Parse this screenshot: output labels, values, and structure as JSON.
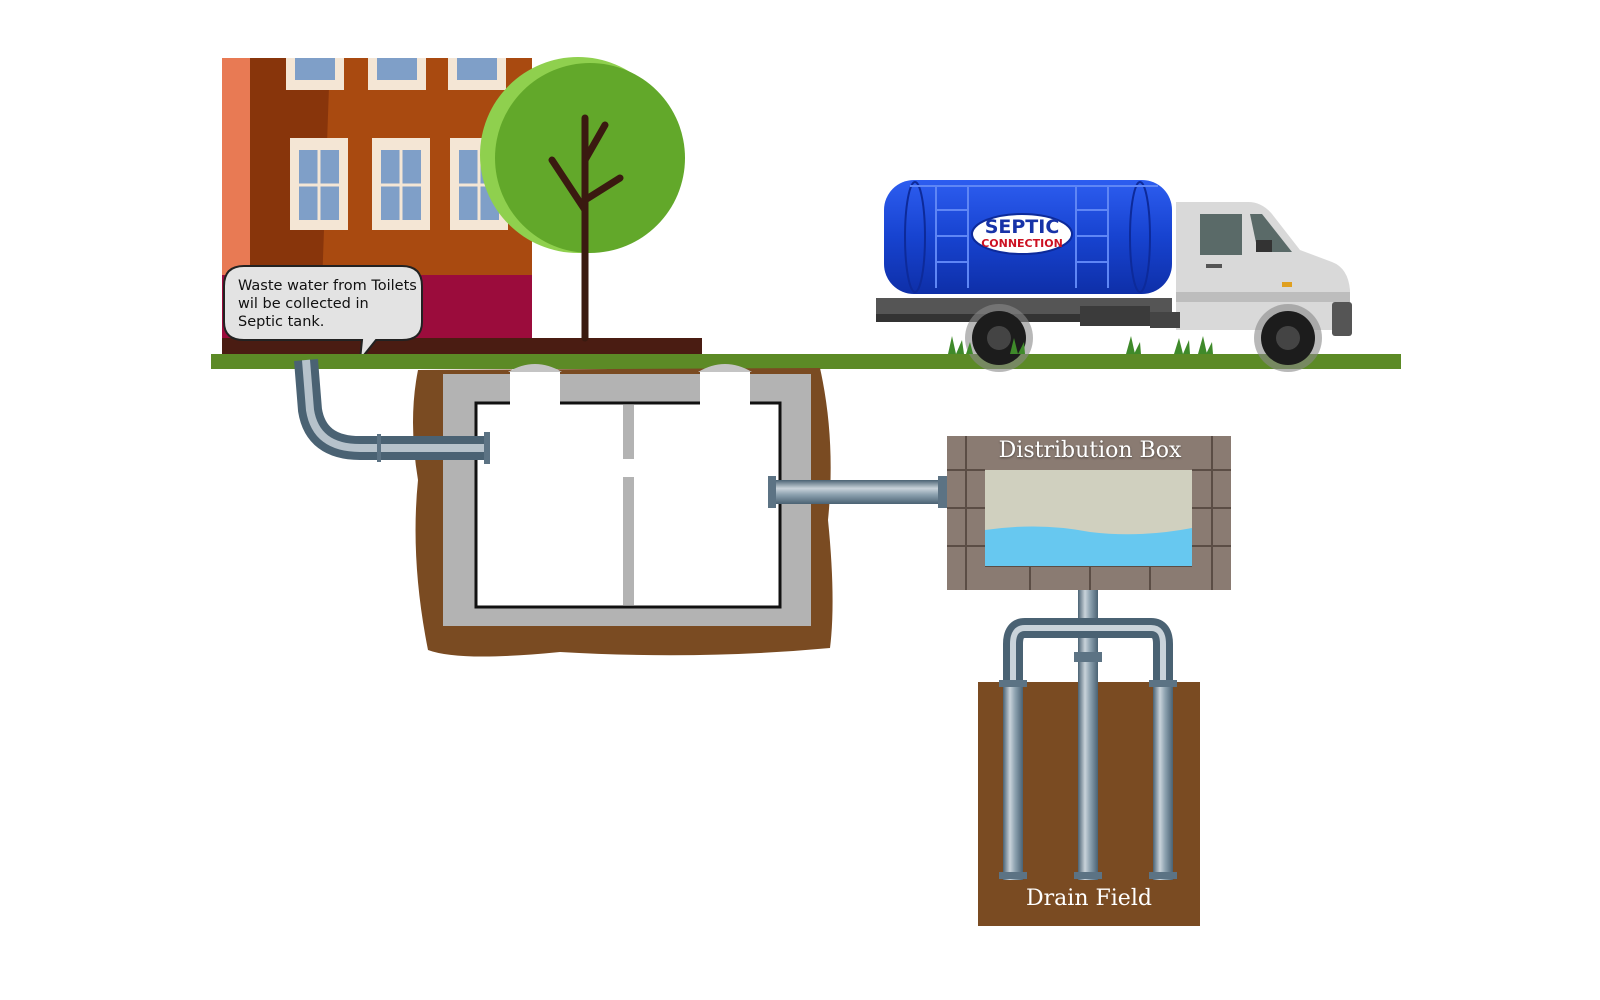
{
  "diagram": {
    "title": "Septic system",
    "callout": {
      "text": "Waste water from Toilets wil be collected in Septic tank."
    },
    "distribution_box": {
      "label": "Distribution Box"
    },
    "drain_field": {
      "label": "Drain Field"
    },
    "truck": {
      "logo_line1": "SEPTIC",
      "logo_line2": "CONNECTION"
    }
  },
  "colors": {
    "grass": "#5c8a26",
    "soil": "#7a4b22",
    "concrete": "#b3b3b3",
    "tank_blue": "#1a47d6",
    "water": "#67c8f0",
    "sludge": "#d0d0bf",
    "pipe": "#6f8a9c",
    "building": "#a94a10",
    "tree": "#66ac2a"
  }
}
